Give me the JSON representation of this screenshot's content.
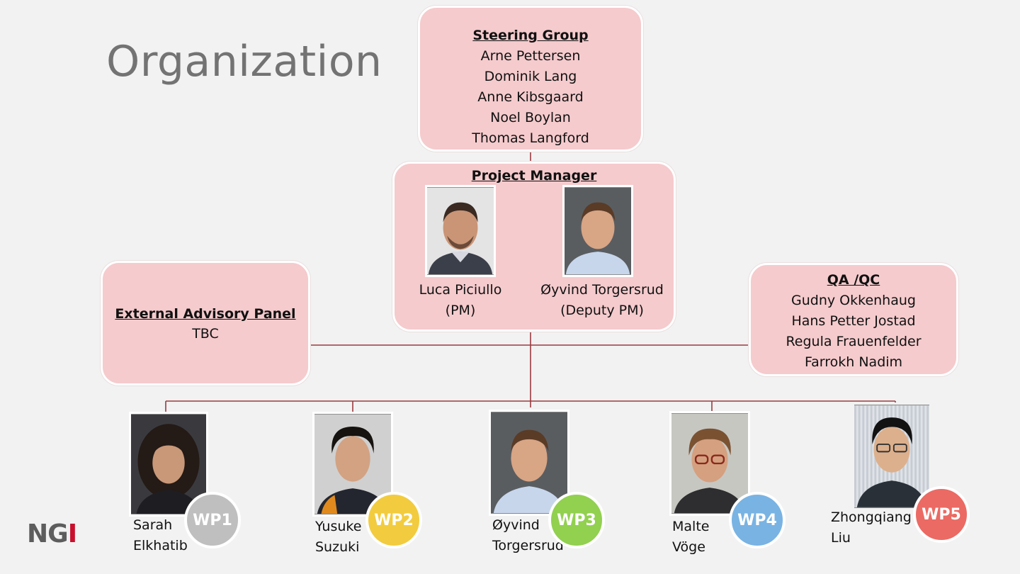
{
  "title": "Organization",
  "steering_group": {
    "header": "Steering Group",
    "members": [
      "Arne Pettersen",
      "Dominik Lang",
      "Anne Kibsgaard",
      "Noel Boylan",
      "Thomas Langford"
    ]
  },
  "project_manager": {
    "header": "Project Manager",
    "people": [
      {
        "name": "Luca Piciullo",
        "role": "(PM)"
      },
      {
        "name": "Øyvind Torgersrud",
        "role": "(Deputy PM)"
      }
    ]
  },
  "external_advisory_panel": {
    "header": "External Advisory Panel",
    "members": [
      "TBC"
    ]
  },
  "qa_qc": {
    "header": "QA /QC",
    "members": [
      "Gudny Okkenhaug",
      "Hans Petter Jostad",
      "Regula Frauenfelder",
      "Farrokh Nadim"
    ]
  },
  "work_packages": [
    {
      "label": "WP1",
      "name_line1": "Sarah",
      "name_line2": "Elkhatib",
      "color": "#bfbfbf"
    },
    {
      "label": "WP2",
      "name_line1": "Yusuke",
      "name_line2": "Suzuki",
      "color": "#f2cc3e"
    },
    {
      "label": "WP3",
      "name_line1": "Øyvind",
      "name_line2": "Torgersrud",
      "color": "#92d050"
    },
    {
      "label": "WP4",
      "name_line1": "Malte",
      "name_line2": "Vöge",
      "color": "#79b3e3"
    },
    {
      "label": "WP5",
      "name_line1": "Zhongqiang",
      "name_line2": "Liu",
      "color": "#eb6a63"
    }
  ],
  "logo": {
    "text_a": "N",
    "text_b": "G",
    "text_c": "I"
  },
  "colors": {
    "box_fill": "#f5cbcd",
    "connector": "#9b3a3f",
    "title": "#737373"
  }
}
